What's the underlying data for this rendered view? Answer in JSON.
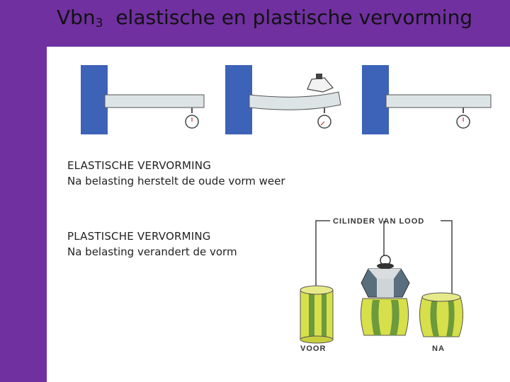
{
  "slide": {
    "title_prefix": "Vbn",
    "title_subscript": "3",
    "title_text": "elastische en plastische vervorming"
  },
  "elastic": {
    "heading": "ELASTISCHE VERVORMING",
    "description": "Na belasting herstelt de oude vorm weer"
  },
  "plastic": {
    "heading": "PLASTISCHE VERVORMING",
    "description": "Na belasting verandert de  vorm"
  },
  "figure_cylinder": {
    "label_top": "CILINDER VAN LOOD",
    "label_before": "VOOR",
    "label_after": "NA"
  },
  "colors": {
    "background": "#7030a0",
    "panel": "#ffffff",
    "wall_blue": "#3d63b8",
    "beam_grey": "#dde4e6",
    "lead_yellow": "#d7df4a",
    "lead_green": "#6c9a3c"
  }
}
